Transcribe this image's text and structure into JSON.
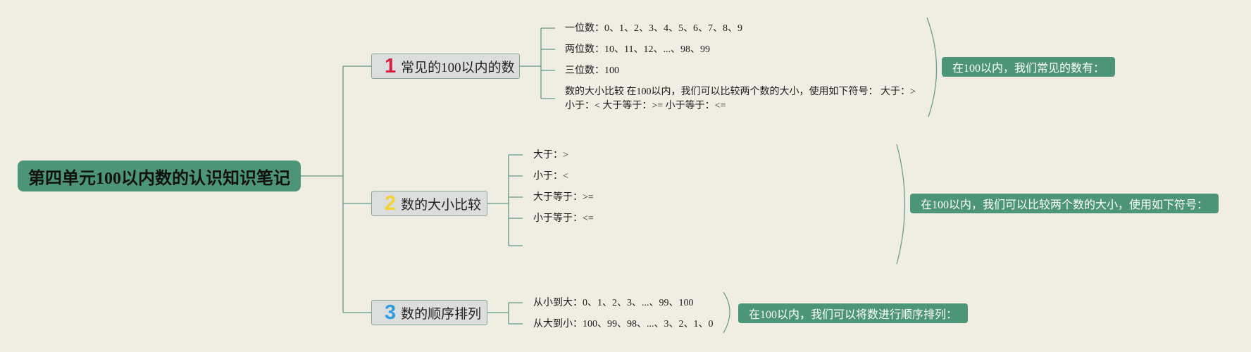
{
  "root": {
    "title": "第四单元100以内数的认识知识笔记"
  },
  "colors": {
    "root_bg": "#4d9577",
    "line": "#5f9a86",
    "num1": "#d81f3c",
    "num2": "#f3d331",
    "num3": "#2f9be0"
  },
  "branches": [
    {
      "num": "1",
      "title": "常见的100以内的数",
      "items": [
        "一位数：0、1、2、3、4、5、6、7、8、9",
        "两位数：10、11、12、...、98、99",
        "三位数：100",
        "数的大小比较 在100以内，我们可以比较两个数的大小，使用如下符号： 大于：>",
        "小于：< 大于等于：>= 小于等于：<="
      ],
      "summary": "在100以内，我们常见的数有："
    },
    {
      "num": "2",
      "title": "数的大小比较",
      "items": [
        "大于：>",
        "小于：<",
        "大于等于：>=",
        "小于等于：<="
      ],
      "summary": "在100以内，我们可以比较两个数的大小，使用如下符号："
    },
    {
      "num": "3",
      "title": "数的顺序排列",
      "items": [
        "从小到大：0、1、2、3、...、99、100",
        "从大到小：100、99、98、...、3、2、1、0"
      ],
      "summary": "在100以内，我们可以将数进行顺序排列："
    }
  ]
}
